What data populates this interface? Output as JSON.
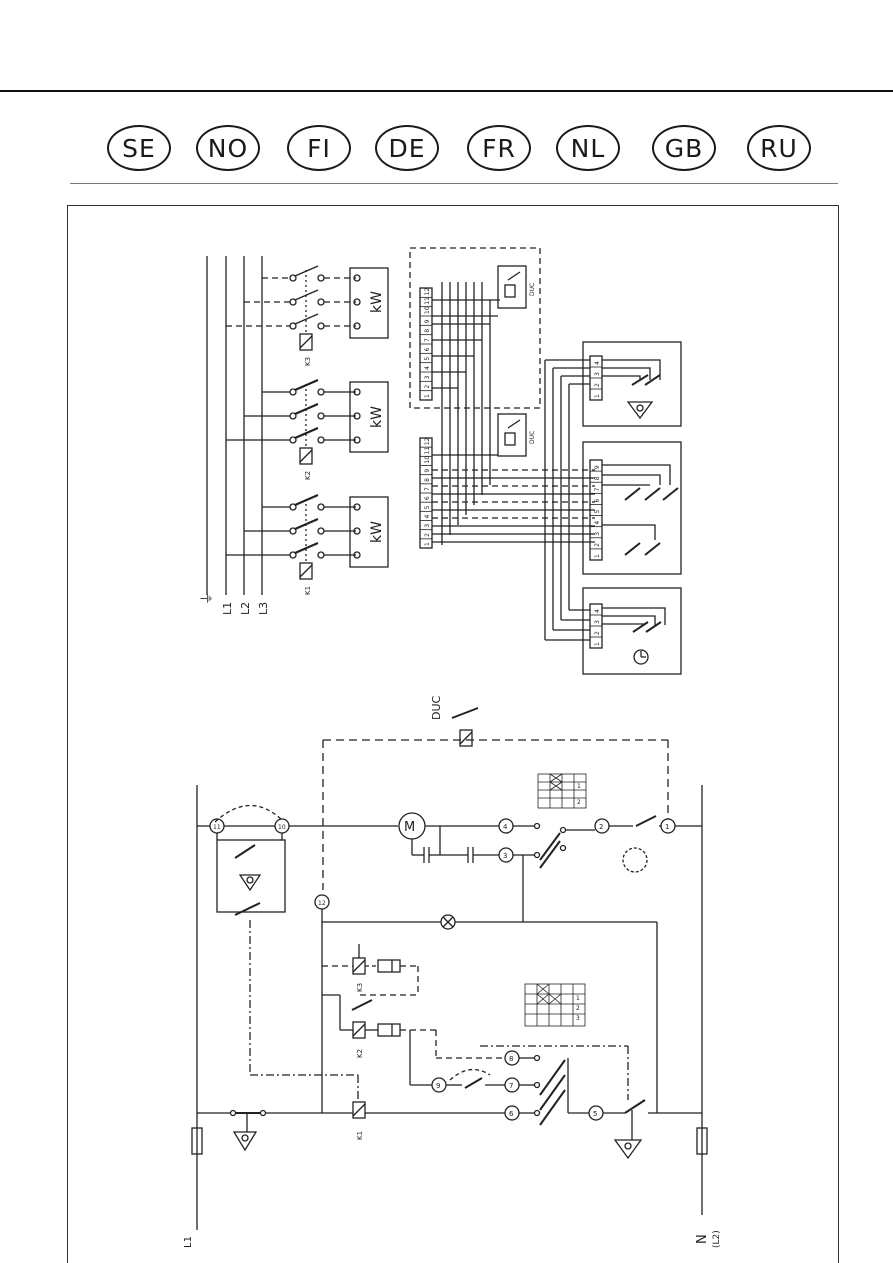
{
  "language_tabs": [
    "SE",
    "NO",
    "FI",
    "DE",
    "FR",
    "NL",
    "GB",
    "RU"
  ],
  "top_diagram": {
    "supply_labels": [
      "⏚",
      "L1",
      "L2",
      "L3"
    ],
    "load_label": "kW",
    "contactor_labels": [
      "K3",
      "K2",
      "K1"
    ],
    "duc_label": "DUC",
    "terminal_strip_12": [
      "1",
      "2",
      "3",
      "4",
      "5",
      "6",
      "7",
      "8",
      "9",
      "10",
      "11",
      "12"
    ],
    "terminal_strip_9": [
      "1",
      "2",
      "3",
      "4",
      "5",
      "6",
      "7",
      "8",
      "9"
    ],
    "terminal_strip_4": [
      "1",
      "2",
      "3",
      "4"
    ]
  },
  "bottom_diagram": {
    "supply_labels": [
      "L1",
      "N",
      "(L2)"
    ],
    "duc_label": "DUC",
    "motor_label": "M",
    "contactor_labels": [
      "K3",
      "K2",
      "K1"
    ],
    "terminal_numbers": [
      "1",
      "2",
      "3",
      "4",
      "5",
      "6",
      "7",
      "8",
      "9",
      "10",
      "11",
      "12"
    ],
    "table_a_header": [
      "1",
      "2"
    ],
    "table_b_header": [
      "1",
      "2",
      "3"
    ]
  }
}
